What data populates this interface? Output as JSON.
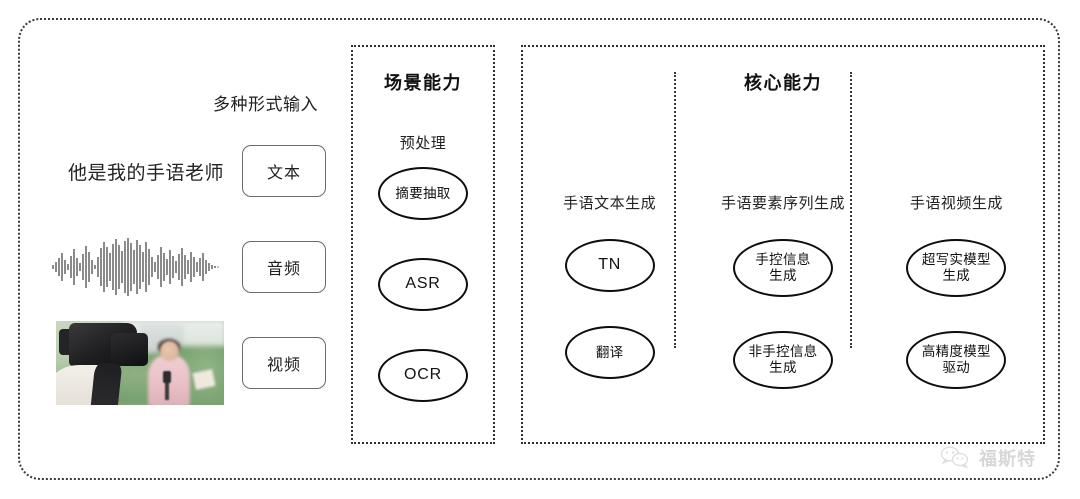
{
  "frame": {
    "style": "dotted-rounded-border"
  },
  "input_section": {
    "heading": "多种形式输入",
    "rows": [
      {
        "sample": "他是我的手语老师",
        "media": "text-sample",
        "chip": "文本"
      },
      {
        "sample": "",
        "media": "audio-waveform",
        "chip": "音频"
      },
      {
        "sample": "",
        "media": "video-thumbnail",
        "chip": "视频"
      }
    ]
  },
  "scene_panel": {
    "title": "场景能力",
    "subtitle": "预处理",
    "nodes": [
      {
        "label": "摘要抽取",
        "script": "cjk"
      },
      {
        "label": "ASR",
        "script": "latin"
      },
      {
        "label": "OCR",
        "script": "latin"
      }
    ]
  },
  "core_panel": {
    "title": "核心能力",
    "columns": [
      {
        "heading": "手语文本生成",
        "nodes": [
          {
            "label": "TN",
            "script": "latin"
          },
          {
            "label": "翻译",
            "script": "cjk"
          }
        ]
      },
      {
        "heading": "手语要素序列生成",
        "nodes": [
          {
            "label": "手控信息\n生成",
            "script": "cjk"
          },
          {
            "label": "非手控信息\n生成",
            "script": "cjk"
          }
        ]
      },
      {
        "heading": "手语视频生成",
        "nodes": [
          {
            "label": "超写实模型\n生成",
            "script": "cjk"
          },
          {
            "label": "高精度模型\n驱动",
            "script": "cjk"
          }
        ]
      }
    ]
  },
  "watermark": {
    "icon": "wechat-chat-bubble-icon",
    "text": "福斯特",
    "color": "#b8b8b8"
  },
  "colors": {
    "background": "#ffffff",
    "border_dotted": "#2f2f2f",
    "node_stroke": "#0d0d0d",
    "chip_stroke": "#6b6b6b",
    "text": "#1a1a1a"
  }
}
